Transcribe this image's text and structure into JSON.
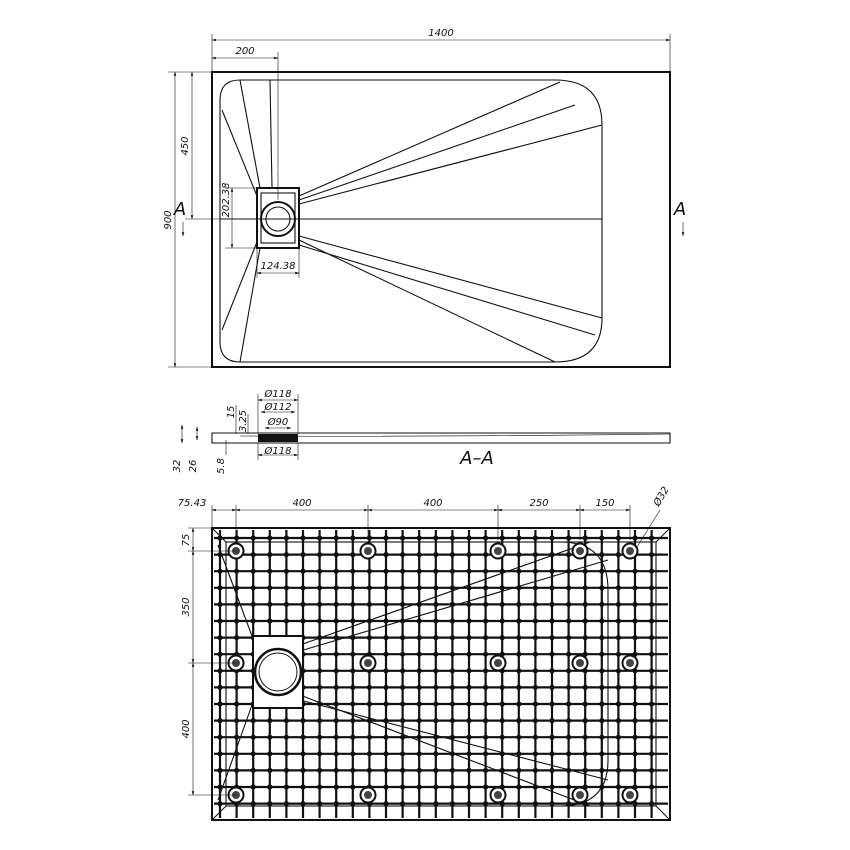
{
  "plan": {
    "dim_width": "1400",
    "dim_drain_offset": "200",
    "dim_height": "900",
    "dim_half_height": "450",
    "dim_drain_box_height": "202.38",
    "dim_drain_box_width": "124.38",
    "section_marker_left": "A",
    "section_marker_right": "A"
  },
  "section": {
    "label": "A–A",
    "dim_d118_top": "Ø118",
    "dim_d112": "Ø112",
    "dim_d90": "Ø90",
    "dim_d118_bottom": "Ø118",
    "dim_15": "15",
    "dim_3_25": "3.25",
    "dim_5_8": "5.8",
    "dim_32": "32",
    "dim_26": "26"
  },
  "bottom": {
    "dim_75_43": "75.43",
    "dim_400_a": "400",
    "dim_400_b": "400",
    "dim_250": "250",
    "dim_150": "150",
    "dim_d32": "Ø32",
    "dim_75": "75",
    "dim_350": "350",
    "dim_400_v": "400"
  }
}
